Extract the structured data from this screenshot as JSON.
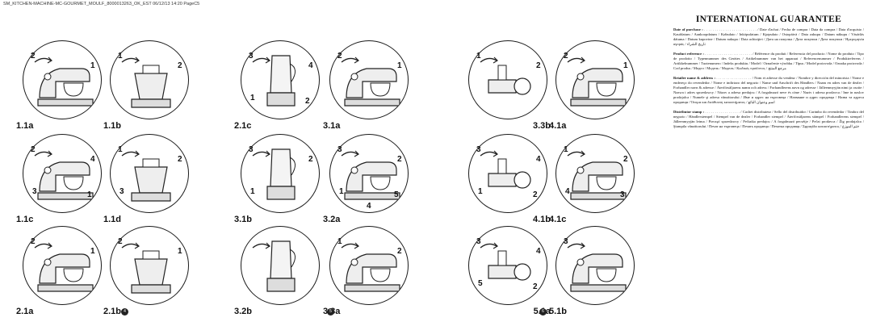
{
  "header": "SM_KITCHEN-MACHINE-MC-GOURMET_MOULF_8000013263_OK_EST  06/12/13  14:20  PageC5",
  "figures": [
    {
      "id": "fig-1-1a",
      "label": "1.1a",
      "nums": [
        "2",
        "1"
      ],
      "icon": "mixer-tilt-head-icon"
    },
    {
      "id": "fig-1-1b",
      "label": "1.1b",
      "nums": [
        "1",
        "2"
      ],
      "icon": "mixer-bowl-insert-icon"
    },
    {
      "id": "fig-2-1c",
      "label": "2.1c",
      "nums": [
        "3",
        "4",
        "1",
        "2"
      ],
      "icon": "blender-jug-assembly-icon"
    },
    {
      "id": "fig-3-1a",
      "label": "3.1a",
      "nums": [
        "2",
        "1"
      ],
      "icon": "mixer-head-cover-icon"
    },
    {
      "id": "fig-3-3b",
      "label": "3.3b",
      "nums": [
        "1",
        "2"
      ],
      "icon": "meat-grinder-attach-icon"
    },
    {
      "id": "fig-4-1a",
      "label": "4.1a",
      "nums": [
        "2",
        "1"
      ],
      "icon": "mixer-head-cover-icon"
    },
    {
      "id": "fig-1-1c",
      "label": "1.1c",
      "nums": [
        "2",
        "4",
        "3",
        "1"
      ],
      "icon": "mixer-tool-insert-icon"
    },
    {
      "id": "fig-1-1d",
      "label": "1.1d",
      "nums": [
        "1",
        "2",
        "3"
      ],
      "icon": "mixer-bowl-lock-icon"
    },
    {
      "id": "fig-3-1b",
      "label": "3.1b",
      "nums": [
        "3",
        "2",
        "1"
      ],
      "icon": "blender-jug-base-icon"
    },
    {
      "id": "fig-3-2a",
      "label": "3.2a",
      "nums": [
        "3",
        "2",
        "1",
        "5",
        "4"
      ],
      "icon": "grinder-parts-icon"
    },
    {
      "id": "fig-4-1b",
      "label": "4.1b",
      "nums": [
        "3",
        "4",
        "1",
        "2"
      ],
      "icon": "slicer-attach-icon"
    },
    {
      "id": "fig-4-1c",
      "label": "4.1c",
      "nums": [
        "1",
        "2",
        "4",
        "3"
      ],
      "icon": "slicer-assembly-icon"
    },
    {
      "id": "fig-2-1a",
      "label": "2.1a",
      "nums": [
        "2",
        "1"
      ],
      "icon": "mixer-head-down-icon"
    },
    {
      "id": "fig-2-1b",
      "label": "2.1b",
      "nums": [
        "2",
        "1"
      ],
      "icon": "mixer-head-up-icon"
    },
    {
      "id": "fig-3-2b",
      "label": "3.2b",
      "nums": [],
      "icon": "no-dishwasher-icon"
    },
    {
      "id": "fig-3-3a",
      "label": "3.3a",
      "nums": [
        "1",
        "2"
      ],
      "icon": "grinder-feed-tube-icon"
    },
    {
      "id": "fig-5-1a",
      "label": "5.1a",
      "nums": [
        "3",
        "4",
        "5",
        "2"
      ],
      "icon": "juicer-assembly-icon"
    },
    {
      "id": "fig-5-1b",
      "label": "5.1b",
      "nums": [
        "3"
      ],
      "icon": "juicer-on-mixer-icon"
    }
  ],
  "page_numbers": [
    "4",
    "5",
    "6"
  ],
  "guarantee": {
    "title": "INTERNATIONAL GUARANTEE",
    "date_label": "Date of purchase :",
    "date_text": " . . . . . . . . . . . . . . . . . . . . . . . . . / Date d'achat / Fecha de compra / Data da compra / Data d'acquisto / Kaufdatum / Aankoopdatum / Købsdato / Inköpsdatum / Kjøpsdato / Ostopäivä / Data zakupu / Datum nákupu / Vásárlás dátuma / Datum kupovine / Datum nakupa / Data achiziţiei / Дата на покупка / Дата покупки / Дата покупки / Ημερομηνία αγοράς / تاريخ الشراء",
    "product_label": "Product reference :",
    "product_text": " . . . . . . . . . . . . . . . . . . . . . . . . . / Référence du produit / Referencia del producto / Nome do produto / Tipo de prodotto / Typennummer des Gerätes / Artikelnummer van het apparaat / Referencenummer / Produktreferens / Artikkelnummer / Tuotenumero / Indeks produktu / Model / Označenie výrobku / Típus / Model proizvoda / Oznaka proizvoda / Cod produs / Модел / Модель / Модель / Κωδικός προϊόντος / مرجع المنتج",
    "retailer_label": "Retailer name & address :",
    "retailer_text": " . . . . . . . . . . . . . . . . . . / Nom et adresse du vendeur / Nombre y dirección del minorista / Nome e endereço do revendedor / Nome e indirizzo del negozio / Name und Anschrift des Händlers / Naam en adres van de dealer / Forhandler navn & adresse / Återförsäljarens namn och adress / Forhandlerens navn og adresse / Jälleenmyyjän nimi ja osoite / Nazwa i adres sprzedawcy / Názov a adresa predajcu / A forgalmazó neve és címe / Naziv i adresa prodavca / Ime in naslov prodajalca / Numele şi adresa vânzătorului / Име и адрес на търговеца / Название и адрес продавца / Назва та адреса продавця / Όνομα και διεύθυνση καταστήματος / اسم وعنوان البائع",
    "stamp_label": "Distributor stamp :",
    "stamp_text": " . . . . . . . . . . . . . . . . . . / Cachet distributeur / Sello del distribuidor / Carimbo do revendedor / Timbro del negozio / Händlerstempel / Stempel van de dealer / Forhandler stempel / Återförsäljarens stämpel / Forhandlerens stempel / Jälleenmyyjän leima / Pieczęć sprzedawcy / Pečiatka predajcu / A forgalmazó pecsétje / Pečat prodavca / Žig prodajalca / Ştampila vânzătorului / Печат на търговеца / Печать продавца / Печатка продавця / Σφραγίδα καταστήματος / ختم الموزع"
  }
}
